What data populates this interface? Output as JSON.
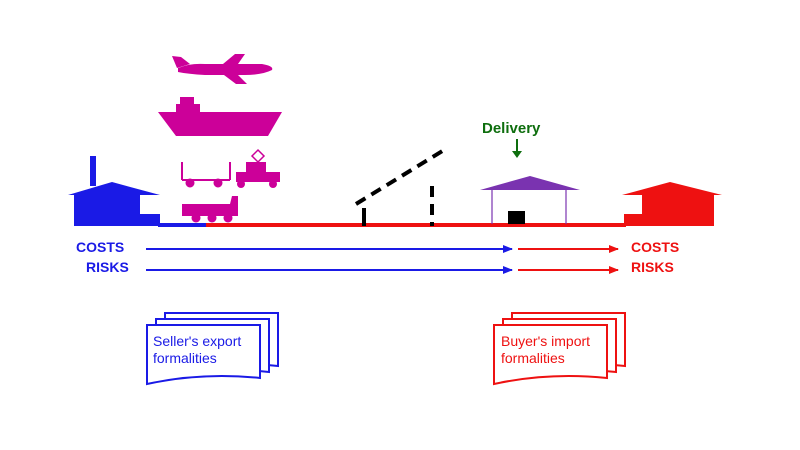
{
  "colors": {
    "seller": "#1a1ae6",
    "buyer": "#ee1111",
    "transport": "#cc0099",
    "delivery": "#0e6e0e",
    "warehouse_roof": "#7a33b0",
    "black": "#000000"
  },
  "delivery": {
    "label": "Delivery"
  },
  "seller": {
    "costs_label": "COSTS",
    "risks_label": "RISKS",
    "doc_line1": "Seller's export",
    "doc_line2": "formalities"
  },
  "buyer": {
    "costs_label": "COSTS",
    "risks_label": "RISKS",
    "doc_line1": "Buyer's import",
    "doc_line2": "formalities"
  },
  "icons": {
    "seller_house": "factory-house-icon",
    "buyer_house": "house-icon",
    "warehouse": "warehouse-icon",
    "airplane": "airplane-icon",
    "ship": "ship-icon",
    "train": "rail-wagon-icon",
    "truck": "truck-icon",
    "barrier": "customs-barrier-icon",
    "delivery_arrow": "arrow-down-icon"
  }
}
